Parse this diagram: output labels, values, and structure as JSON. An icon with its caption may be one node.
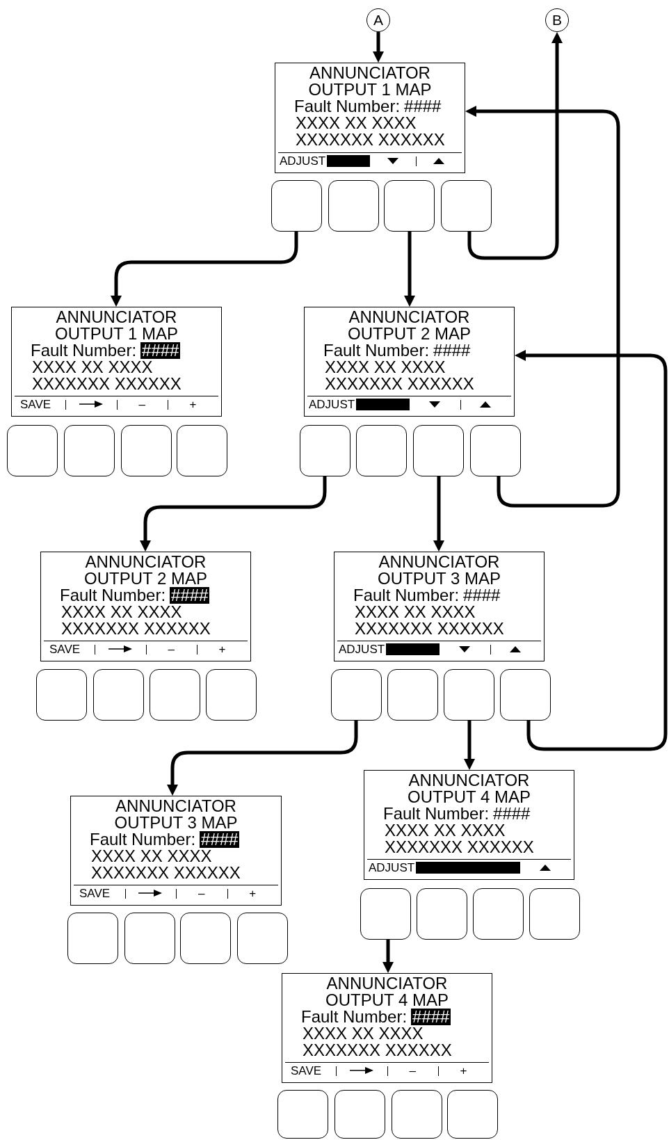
{
  "diagram": {
    "nodes": [
      {
        "text": [
          "A"
        ]
      },
      {
        "text": [
          "B"
        ]
      },
      {
        "text": [
          "ANNUNCIATOR OUTPUT 1 MAP",
          "Fault Number:",
          "####",
          "XXXX XX XXXX",
          "XXXXXXX XXXXXX",
          "ADJUST"
        ]
      },
      {
        "text": [],
        "shape": "box"
      },
      {
        "text": [],
        "shape": "box"
      },
      {
        "text": [],
        "shape": "box"
      },
      {
        "text": [],
        "shape": "box"
      },
      {
        "text": [
          "ANNUNCIATOR OUTPUT 1 MAP",
          "Fault Number:",
          "####",
          "XXXX XX XXXX",
          "XXXXXXX XXXXXX",
          "SAVE",
          "–",
          "+"
        ]
      },
      {
        "text": [],
        "shape": "box"
      },
      {
        "text": [],
        "shape": "box"
      },
      {
        "text": [],
        "shape": "box"
      },
      {
        "text": [],
        "shape": "box"
      },
      {
        "text": [
          "ANNUNCIATOR OUTPUT 2 MAP",
          "Fault Number:",
          "####",
          "XXXX XX XXXX",
          "XXXXXXX XXXXXX",
          "ADJUST"
        ]
      },
      {
        "text": [],
        "shape": "box"
      },
      {
        "text": [],
        "shape": "box"
      },
      {
        "text": [],
        "shape": "box"
      },
      {
        "text": [],
        "shape": "box"
      },
      {
        "text": [
          "ANNUNCIATOR OUTPUT 2 MAP",
          "Fault Number:",
          "####",
          "XXXX XX XXXX",
          "XXXXXXX XXXXXX",
          "SAVE",
          "–",
          "+"
        ]
      },
      {
        "text": [],
        "shape": "box"
      },
      {
        "text": [],
        "shape": "box"
      },
      {
        "text": [],
        "shape": "box"
      },
      {
        "text": [],
        "shape": "box"
      },
      {
        "text": [
          "ANNUNCIATOR OUTPUT 3 MAP",
          "Fault Number:",
          "####",
          "XXXX XX XXXX",
          "XXXXXXX XXXXXX",
          "ADJUST"
        ]
      },
      {
        "text": [],
        "shape": "box"
      },
      {
        "text": [],
        "shape": "box"
      },
      {
        "text": [],
        "shape": "box"
      },
      {
        "text": [],
        "shape": "box"
      },
      {
        "text": [
          "ANNUNCIATOR OUTPUT 3 MAP",
          "Fault Number:",
          "####",
          "XXXX XX XXXX",
          "XXXXXXX XXXXXX",
          "SAVE",
          "–",
          "+"
        ]
      },
      {
        "text": [],
        "shape": "box"
      },
      {
        "text": [],
        "shape": "box"
      },
      {
        "text": [],
        "shape": "box"
      },
      {
        "text": [],
        "shape": "box"
      },
      {
        "text": [
          "ANNUNCIATOR OUTPUT 4 MAP",
          "Fault Number:",
          "####",
          "XXXX XX XXXX",
          "XXXXXXX XXXXXX",
          "ADJUST"
        ]
      },
      {
        "text": [],
        "shape": "box"
      },
      {
        "text": [],
        "shape": "box"
      },
      {
        "text": [],
        "shape": "box"
      },
      {
        "text": [],
        "shape": "box"
      },
      {
        "text": [
          "ANNUNCIATOR OUTPUT 4 MAP",
          "Fault Number:",
          "####",
          "XXXX XX XXXX",
          "XXXXXXX XXXXXX",
          "SAVE",
          "–",
          "+"
        ]
      },
      {
        "text": [],
        "shape": "box"
      },
      {
        "text": [],
        "shape": "box"
      },
      {
        "text": [],
        "shape": "box"
      },
      {
        "text": [],
        "shape": "box"
      }
    ],
    "edges": [
      {
        "from": 0,
        "to": 2,
        "arrow": "to"
      },
      {
        "from": 6,
        "to": 1,
        "arrow": "to"
      },
      {
        "from": 3,
        "to": 7,
        "arrow": "to"
      },
      {
        "from": 5,
        "to": 12,
        "arrow": "to"
      },
      {
        "from": 16,
        "to": 2,
        "arrow": "to"
      },
      {
        "from": 13,
        "to": 17,
        "arrow": "to"
      },
      {
        "from": 15,
        "to": 22,
        "arrow": "to"
      },
      {
        "from": 26,
        "to": 12,
        "arrow": "to"
      },
      {
        "from": 23,
        "to": 27,
        "arrow": "to"
      },
      {
        "from": 25,
        "to": 32,
        "arrow": "to"
      },
      {
        "from": 33,
        "to": 37,
        "arrow": "to"
      }
    ]
  }
}
